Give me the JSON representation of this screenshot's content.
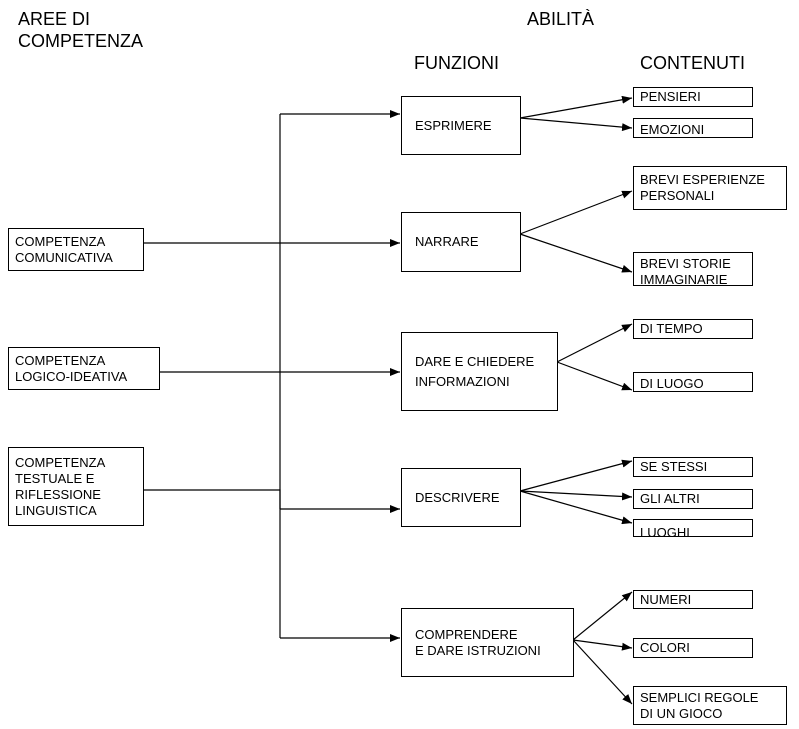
{
  "headings": {
    "areas": "AREE DI\nCOMPETENZA",
    "abilities": "ABILITÀ",
    "functions": "FUNZIONI",
    "contents": "CONTENUTI"
  },
  "areas": [
    "COMPETENZA\nCOMUNICATIVA",
    "COMPETENZA\nLOGICO-IDEATIVA",
    "COMPETENZA\nTESTUALE E\nRIFLESSIONE\nLINGUISTICA"
  ],
  "functions": [
    "ESPRIMERE",
    "NARRARE",
    "DARE E CHIEDERE\nINFORMAZIONI",
    "DESCRIVERE",
    "COMPRENDERE\nE DARE ISTRUZIONI"
  ],
  "contents": [
    "PENSIERI",
    "EMOZIONI",
    "BREVI ESPERIENZE\nPERSONALI",
    "BREVI STORIE\nIMMAGINARIE",
    "DI TEMPO",
    "DI LUOGO",
    "SE STESSI",
    "GLI ALTRI",
    "LUOGHI",
    "NUMERI",
    "COLORI",
    "SEMPLICI REGOLE\nDI UN GIOCO"
  ]
}
